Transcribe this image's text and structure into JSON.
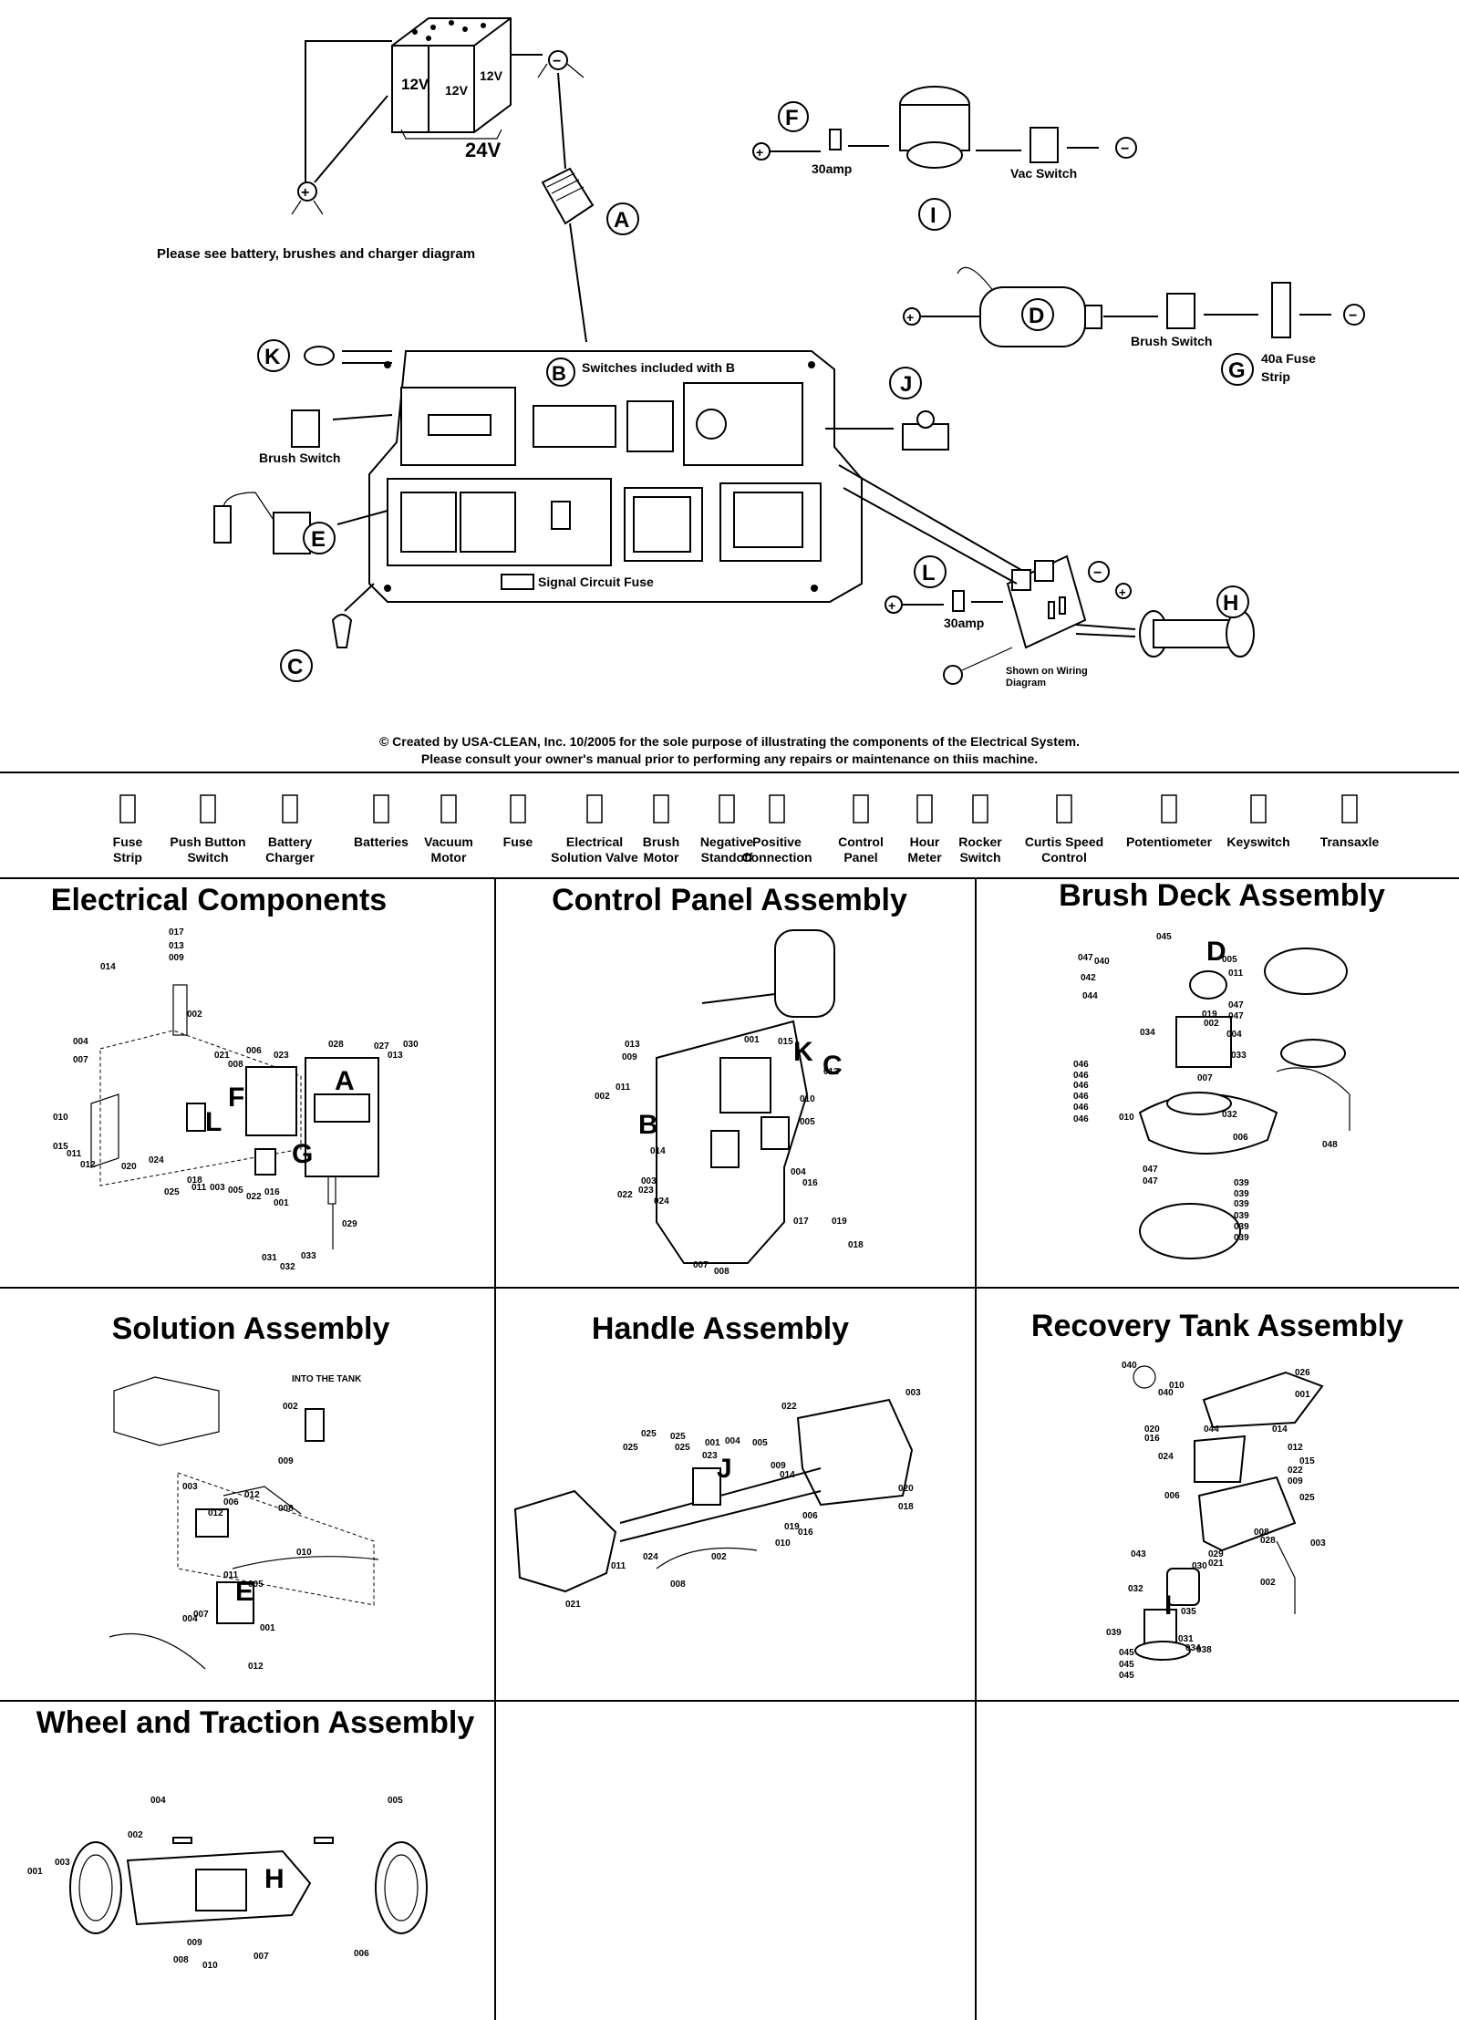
{
  "wiring": {
    "battery": {
      "cells": [
        "12V",
        "12V",
        "12V"
      ],
      "total": "24V"
    },
    "battery_note": "Please see battery, brushes and charger diagram",
    "switches_note": "Switches included with B",
    "signal_fuse": "Signal Circuit Fuse",
    "f_amp": "30amp",
    "l_amp": "30amp",
    "vac_switch": "Vac Switch",
    "brush_switch_top": "Brush Switch",
    "brush_switch_left": "Brush Switch",
    "fuse_strip": [
      "40a Fuse",
      "Strip"
    ],
    "wiring_note": [
      "Shown on Wiring",
      "Diagram"
    ],
    "plus": "+",
    "minus": "−",
    "letters": {
      "A": "A",
      "B": "B",
      "C": "C",
      "D": "D",
      "E": "E",
      "F": "F",
      "G": "G",
      "H": "H",
      "I": "I",
      "J": "J",
      "K": "K",
      "L": "L"
    }
  },
  "copyright": [
    "© Created by USA-CLEAN, Inc. 10/2005 for the sole purpose of illustrating the components of the Electrical System.",
    "Please consult your owner's manual prior to performing any repairs or maintenance on thiis machine."
  ],
  "legend": [
    [
      "Fuse",
      "Strip"
    ],
    [
      "Push Button",
      "Switch"
    ],
    [
      "Battery",
      "Charger"
    ],
    [
      "Batteries"
    ],
    [
      "Vacuum",
      "Motor"
    ],
    [
      "Fuse"
    ],
    [
      "Electrical",
      "Solution Valve"
    ],
    [
      "Brush",
      "Motor"
    ],
    [
      "Negative",
      "Standoff"
    ],
    [
      "Positive",
      "Connection"
    ],
    [
      "Control",
      "Panel"
    ],
    [
      "Hour",
      "Meter"
    ],
    [
      "Rocker",
      "Switch"
    ],
    [
      "Curtis Speed",
      "Control"
    ],
    [
      "Potentiometer"
    ],
    [
      "Keyswitch"
    ],
    [
      "Transaxle"
    ]
  ],
  "sections": [
    {
      "title": "Electrical Components",
      "letters": [
        "A",
        "F",
        "L",
        "G"
      ],
      "parts": [
        "017",
        "013",
        "009",
        "014",
        "002",
        "004",
        "007",
        "021",
        "008",
        "006",
        "023",
        "028",
        "027",
        "013",
        "030",
        "010",
        "015",
        "011",
        "012",
        "020",
        "024",
        "018",
        "011",
        "003",
        "005",
        "022",
        "016",
        "001",
        "025",
        "029",
        "031",
        "032",
        "033"
      ]
    },
    {
      "title": "Control Panel Assembly",
      "letters": [
        "K",
        "C",
        "B"
      ],
      "parts": [
        "001",
        "015",
        "012",
        "013",
        "009",
        "002",
        "011",
        "010",
        "005",
        "014",
        "004",
        "016",
        "003",
        "023",
        "024",
        "022",
        "017",
        "019",
        "018",
        "007",
        "008"
      ]
    },
    {
      "title": "Brush Deck Assembly",
      "letters": [
        "D"
      ],
      "parts": [
        "045",
        "047",
        "042",
        "044",
        "040",
        "005",
        "011",
        "047",
        "019",
        "047",
        "002",
        "034",
        "004",
        "033",
        "046",
        "046",
        "046",
        "046",
        "046",
        "046",
        "007",
        "010",
        "032",
        "006",
        "048",
        "047",
        "047",
        "039",
        "039",
        "039",
        "039",
        "039",
        "039"
      ]
    },
    {
      "title": "Solution   Assembly",
      "letters": [
        "E"
      ],
      "parts": [
        "INTO THE TANK",
        "002",
        "009",
        "003",
        "006",
        "012",
        "008",
        "012",
        "010",
        "011",
        "005",
        "004",
        "007",
        "001",
        "012"
      ]
    },
    {
      "title": "Handle Assembly",
      "letters": [
        "J"
      ],
      "parts": [
        "022",
        "003",
        "025",
        "025",
        "025",
        "025",
        "004",
        "001",
        "023",
        "005",
        "009",
        "014",
        "020",
        "018",
        "006",
        "016",
        "019",
        "010",
        "002",
        "011",
        "024",
        "008",
        "021"
      ]
    },
    {
      "title": "Recovery Tank Assembly",
      "letters": [
        "I"
      ],
      "parts": [
        "040",
        "010",
        "040",
        "026",
        "001",
        "020",
        "016",
        "044",
        "014",
        "024",
        "012",
        "015",
        "022",
        "009",
        "006",
        "025",
        "008",
        "028",
        "003",
        "029",
        "021",
        "002",
        "043",
        "030",
        "032",
        "035",
        "031",
        "034",
        "039",
        "038",
        "045",
        "045",
        "045"
      ]
    },
    {
      "title": "Wheel and Traction Assembly",
      "letters": [
        "H"
      ],
      "parts": [
        "004",
        "005",
        "001",
        "003",
        "002",
        "009",
        "008",
        "010",
        "007",
        "006"
      ]
    }
  ]
}
